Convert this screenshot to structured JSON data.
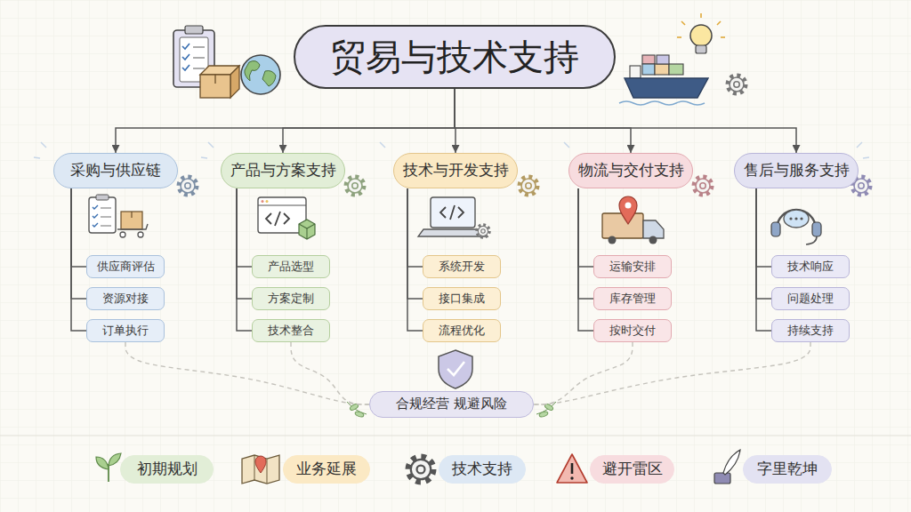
{
  "diagram": {
    "nodes": [
      {
        "text": [
          "贸易与技术支持"
        ]
      },
      {
        "text": [
          "采购与供应链"
        ]
      },
      {
        "text": [
          "产品与方案支持"
        ]
      },
      {
        "text": [
          "技术与开发支持"
        ]
      },
      {
        "text": [
          "物流与交付支持"
        ]
      },
      {
        "text": [
          "售后与服务支持"
        ]
      },
      {
        "text": [
          "供应商评估"
        ]
      },
      {
        "text": [
          "资源对接"
        ]
      },
      {
        "text": [
          "订单执行"
        ]
      },
      {
        "text": [
          "产品选型"
        ]
      },
      {
        "text": [
          "方案定制"
        ]
      },
      {
        "text": [
          "技术整合"
        ]
      },
      {
        "text": [
          "系统开发"
        ]
      },
      {
        "text": [
          "接口集成"
        ]
      },
      {
        "text": [
          "流程优化"
        ]
      },
      {
        "text": [
          "运输安排"
        ]
      },
      {
        "text": [
          "库存管理"
        ]
      },
      {
        "text": [
          "按时交付"
        ]
      },
      {
        "text": [
          "技术响应"
        ]
      },
      {
        "text": [
          "问题处理"
        ]
      },
      {
        "text": [
          "持续支持"
        ]
      },
      {
        "text": [
          "合规经营 规避风险"
        ]
      },
      {
        "text": [
          "初期规划"
        ]
      },
      {
        "text": [
          "业务延展"
        ]
      },
      {
        "text": [
          "技术支持"
        ]
      },
      {
        "text": [
          "避开雷区"
        ]
      },
      {
        "text": [
          "字里乾坤"
        ]
      }
    ],
    "edges": [
      {
        "from": 0,
        "to": 1,
        "arrow": "to"
      },
      {
        "from": 0,
        "to": 2,
        "arrow": "to"
      },
      {
        "from": 0,
        "to": 3,
        "arrow": "to"
      },
      {
        "from": 0,
        "to": 4,
        "arrow": "to"
      },
      {
        "from": 0,
        "to": 5,
        "arrow": "to"
      },
      {
        "from": 1,
        "to": 6,
        "arrow": "none"
      },
      {
        "from": 1,
        "to": 7,
        "arrow": "none"
      },
      {
        "from": 1,
        "to": 8,
        "arrow": "none"
      },
      {
        "from": 2,
        "to": 9,
        "arrow": "none"
      },
      {
        "from": 2,
        "to": 10,
        "arrow": "none"
      },
      {
        "from": 2,
        "to": 11,
        "arrow": "none"
      },
      {
        "from": 3,
        "to": 12,
        "arrow": "none"
      },
      {
        "from": 3,
        "to": 13,
        "arrow": "none"
      },
      {
        "from": 3,
        "to": 14,
        "arrow": "none"
      },
      {
        "from": 4,
        "to": 15,
        "arrow": "none"
      },
      {
        "from": 4,
        "to": 16,
        "arrow": "none"
      },
      {
        "from": 4,
        "to": 17,
        "arrow": "none"
      },
      {
        "from": 5,
        "to": 18,
        "arrow": "none"
      },
      {
        "from": 5,
        "to": 19,
        "arrow": "none"
      },
      {
        "from": 5,
        "to": 20,
        "arrow": "none"
      },
      {
        "from": 8,
        "to": 21,
        "arrow": "none"
      },
      {
        "from": 11,
        "to": 21,
        "arrow": "none"
      },
      {
        "from": 17,
        "to": 21,
        "arrow": "none"
      },
      {
        "from": 20,
        "to": 21,
        "arrow": "none"
      }
    ]
  }
}
